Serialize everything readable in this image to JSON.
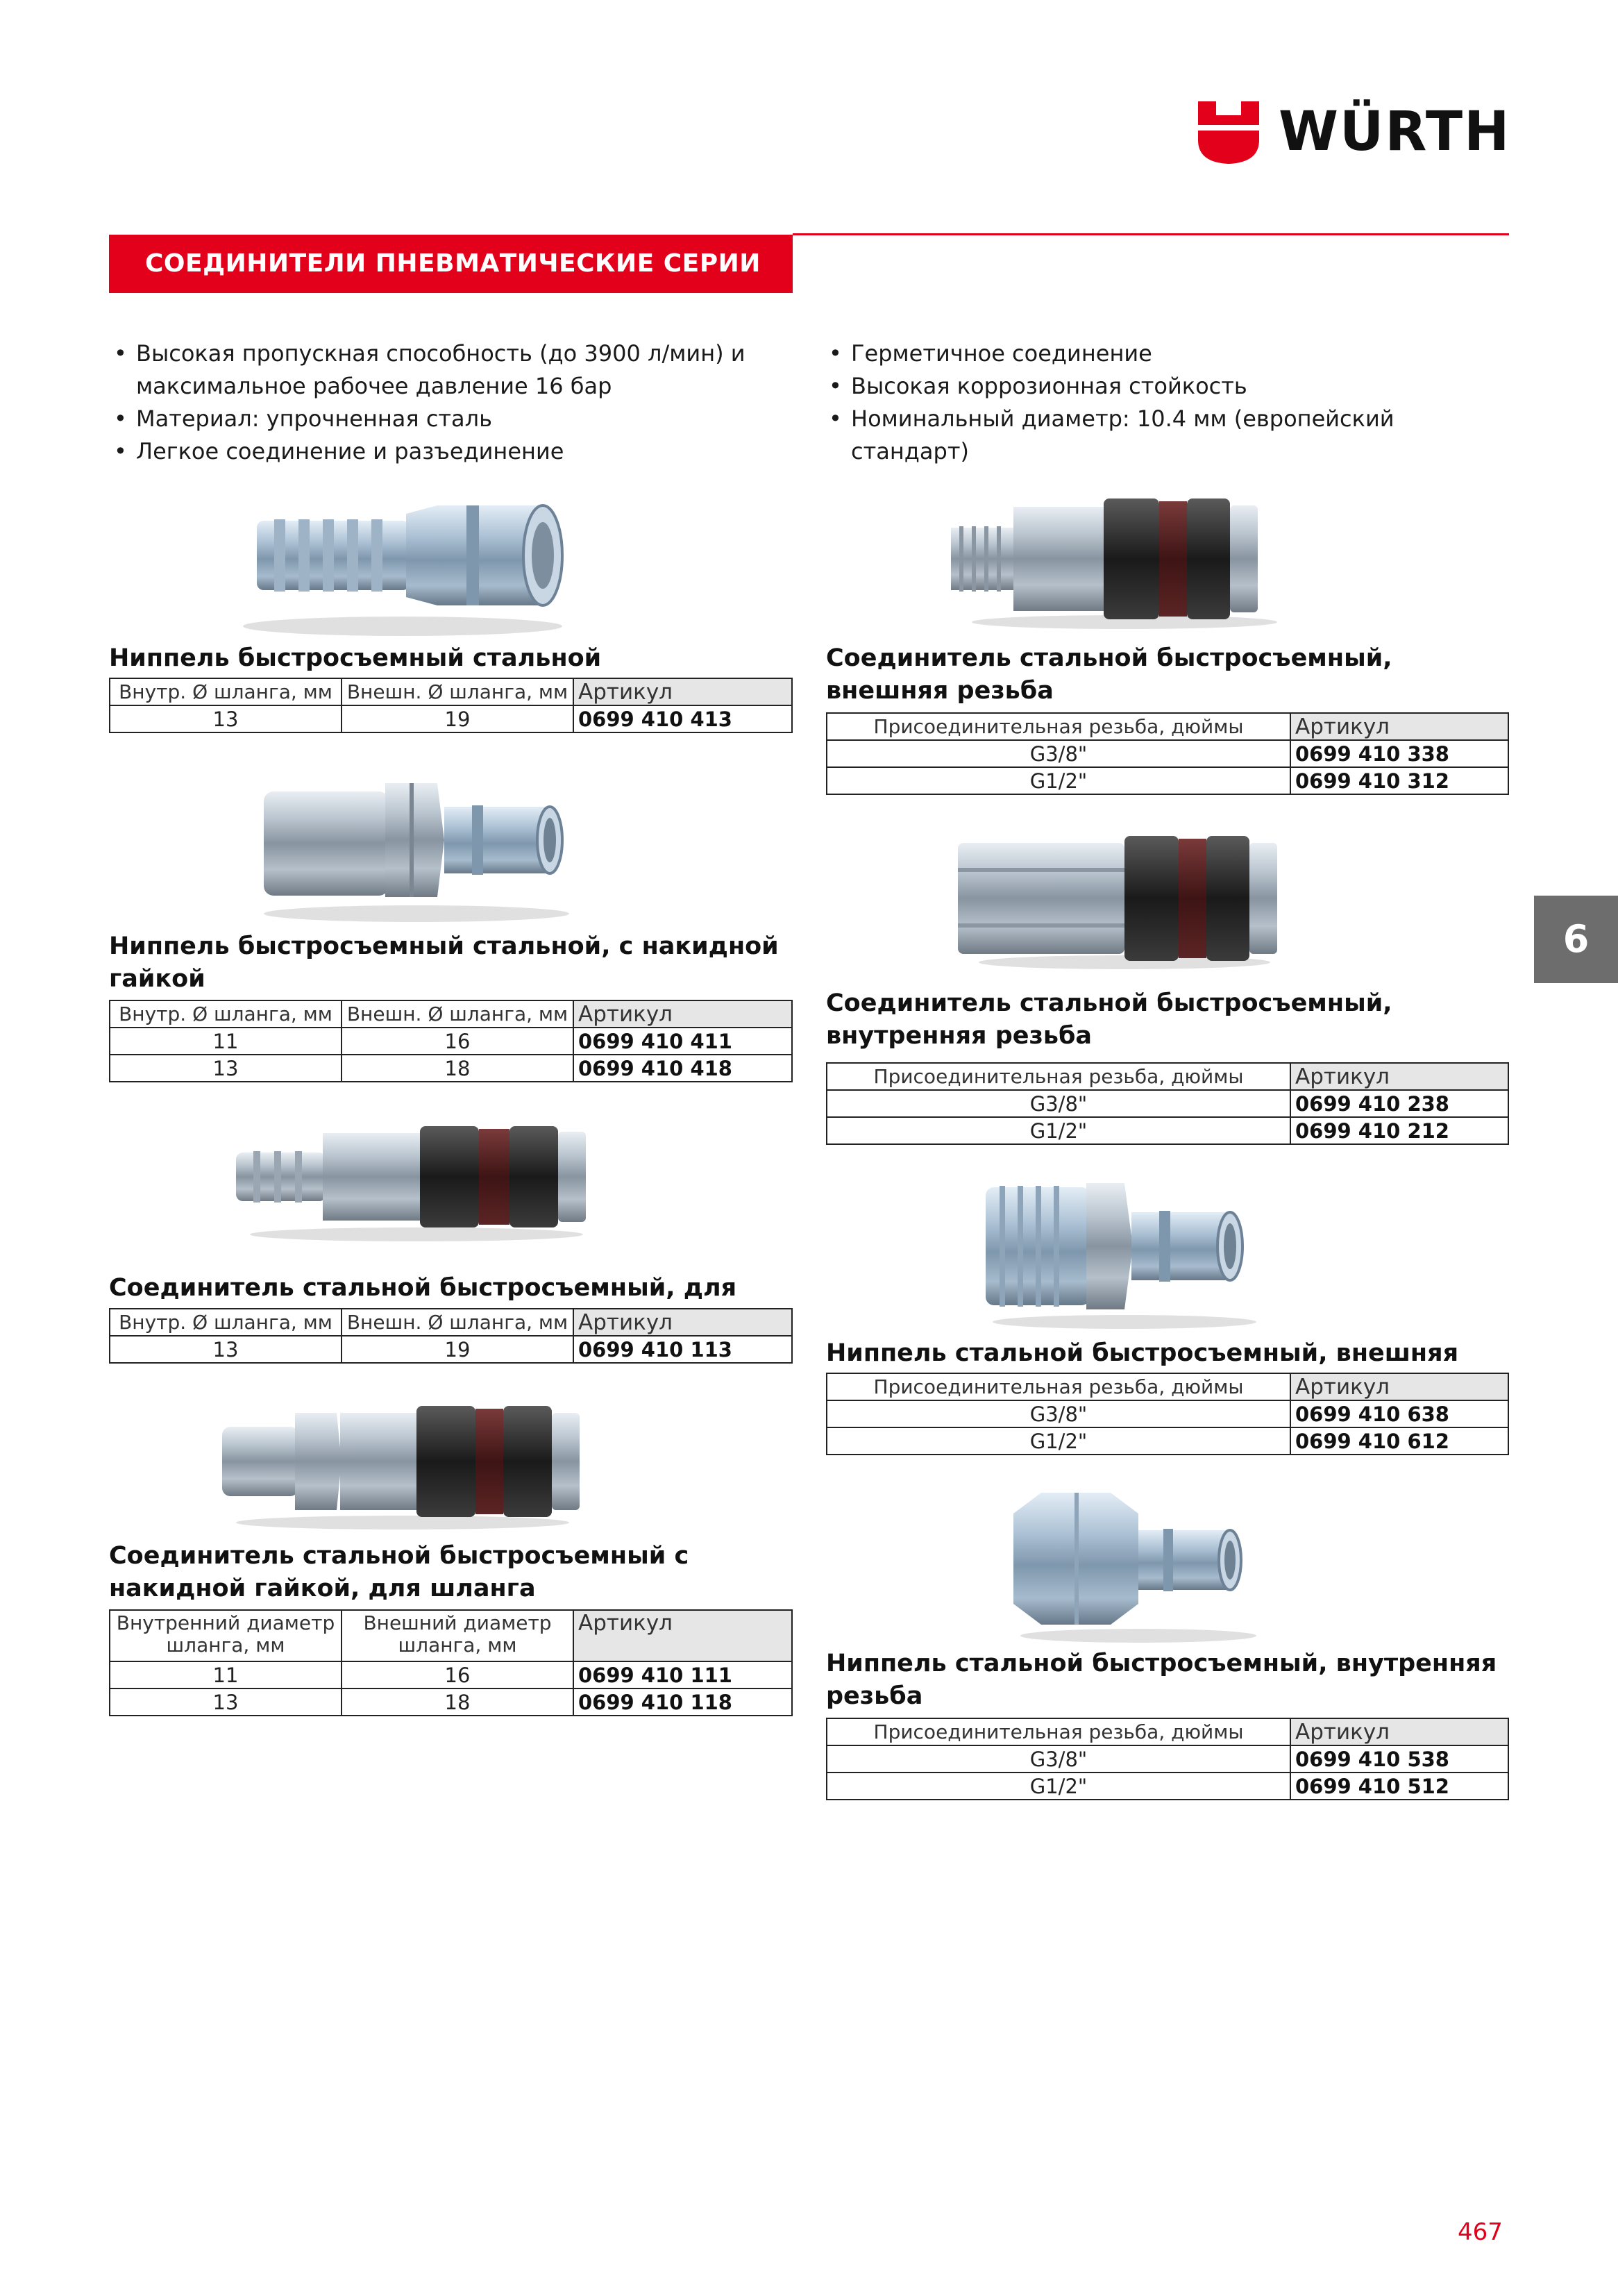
{
  "brand": {
    "name": "WÜRTH",
    "colors": {
      "red": "#e2001a",
      "tab_grey": "#6d6d6d"
    }
  },
  "header": {
    "title": "СОЕДИНИТЕЛИ ПНЕВМАТИЧЕСКИЕ СЕРИИ S4000"
  },
  "features_left": [
    "Высокая пропускная способность (до 3900 л/мин) и максимальное рабочее давление 16 бар",
    "Материал: упрочненная сталь",
    "Легкое соединение и разъединение"
  ],
  "features_right": [
    "Герметичное соединение",
    "Высокая коррозионная стойкость",
    "Номинальный диаметр: 10.4 мм (европейский стандарт)"
  ],
  "products": {
    "p1": {
      "title": "Ниппель быстросъемный стальной",
      "headers": [
        "Внутр. Ø шланга, мм",
        "Внешн. Ø шланга, мм",
        "Артикул"
      ],
      "rows": [
        [
          "13",
          "19",
          "0699 410 413"
        ]
      ]
    },
    "p2": {
      "title": "Соединитель стальной быстросъемный, внешняя резьба",
      "headers": [
        "Присоединительная резьба, дюймы",
        "Артикул"
      ],
      "rows": [
        [
          "G3/8\"",
          "0699 410 338"
        ],
        [
          "G1/2\"",
          "0699 410 312"
        ]
      ]
    },
    "p3": {
      "title": "Ниппель быстросъемный стальной, с накидной гайкой",
      "headers": [
        "Внутр. Ø шланга, мм",
        "Внешн. Ø шланга, мм",
        "Артикул"
      ],
      "rows": [
        [
          "11",
          "16",
          "0699 410 411"
        ],
        [
          "13",
          "18",
          "0699 410 418"
        ]
      ]
    },
    "p4": {
      "title": "Соединитель стальной быстросъемный, внутренняя резьба",
      "headers": [
        "Присоединительная резьба, дюймы",
        "Артикул"
      ],
      "rows": [
        [
          "G3/8\"",
          "0699 410 238"
        ],
        [
          "G1/2\"",
          "0699 410 212"
        ]
      ]
    },
    "p5": {
      "title": "Соединитель стальной быстросъемный, для шланга",
      "headers": [
        "Внутр. Ø шланга, мм",
        "Внешн. Ø шланга, мм",
        "Артикул"
      ],
      "rows": [
        [
          "13",
          "19",
          "0699 410 113"
        ]
      ]
    },
    "p6": {
      "title": "Ниппель стальной быстросъемный, внешняя резьба",
      "headers": [
        "Присоединительная резьба, дюймы",
        "Артикул"
      ],
      "rows": [
        [
          "G3/8\"",
          "0699 410 638"
        ],
        [
          "G1/2\"",
          "0699 410 612"
        ]
      ]
    },
    "p7": {
      "title": "Соединитель стальной быстросъемный с накидной гайкой, для шланга",
      "headers": [
        "Внутренний диаметр шланга, мм",
        "Внешний диаметр шланга, мм",
        "Артикул"
      ],
      "rows": [
        [
          "11",
          "16",
          "0699 410 111"
        ],
        [
          "13",
          "18",
          "0699 410 118"
        ]
      ]
    },
    "p8": {
      "title": "Ниппель стальной быстросъемный, внутренняя резьба",
      "headers": [
        "Присоединительная резьба, дюймы",
        "Артикул"
      ],
      "rows": [
        [
          "G3/8\"",
          "0699 410 538"
        ],
        [
          "G1/2\"",
          "0699 410 512"
        ]
      ]
    }
  },
  "side_tab": {
    "label": "6"
  },
  "page_number": "467"
}
